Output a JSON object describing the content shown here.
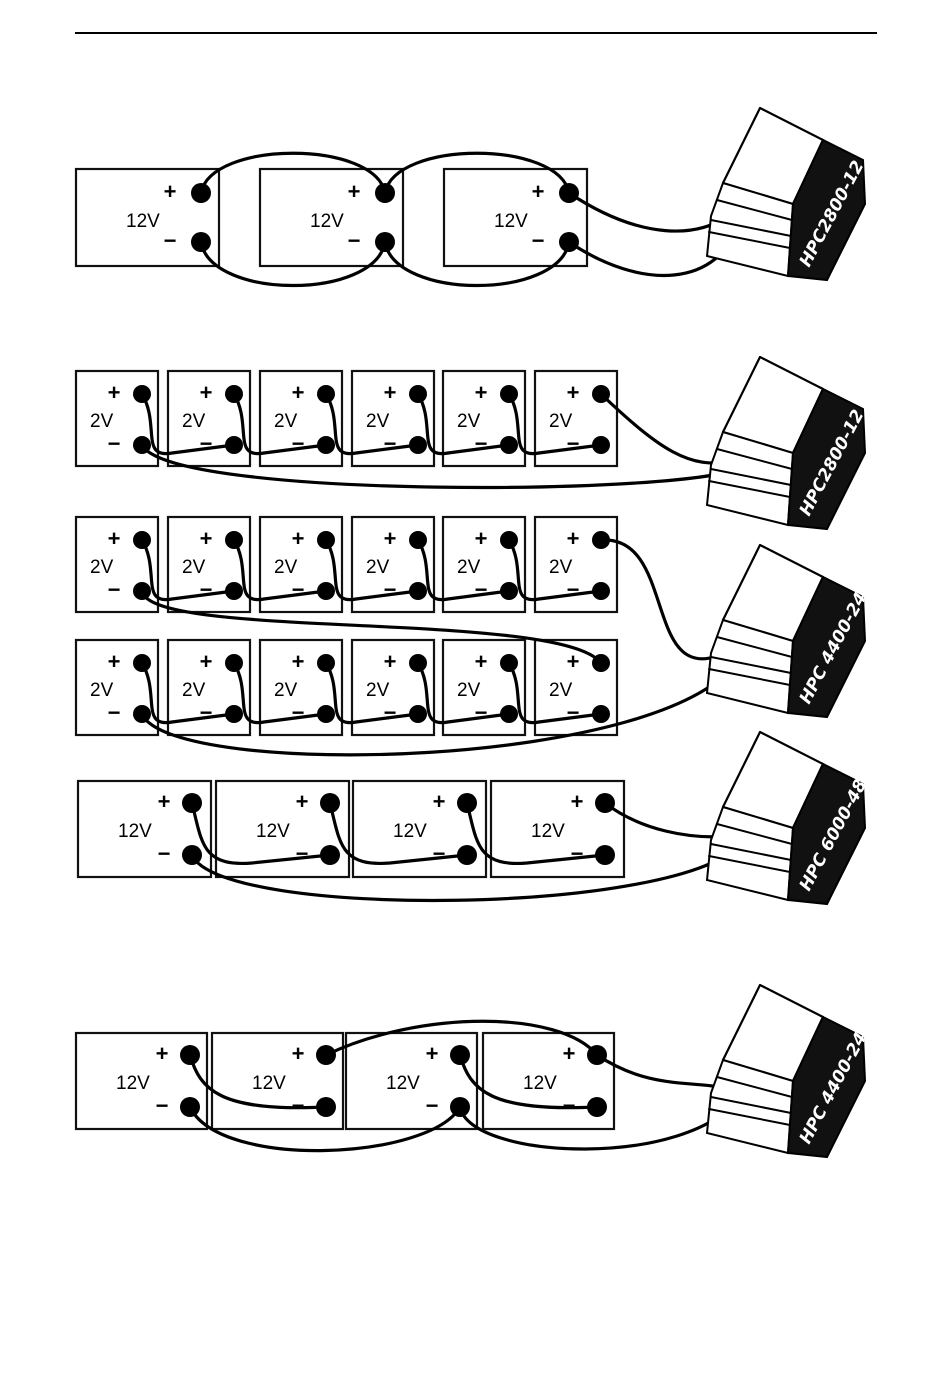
{
  "colors": {
    "ink": "#000000",
    "paper": "#ffffff",
    "charger_label_bg": "#111111"
  },
  "diagrams": [
    {
      "id": "d1",
      "charger_model": "HPC2800-12",
      "batteries": [
        {
          "voltage": "12V",
          "plus": "+",
          "minus": "−"
        },
        {
          "voltage": "12V",
          "plus": "+",
          "minus": "−"
        },
        {
          "voltage": "12V",
          "plus": "+",
          "minus": "−"
        }
      ]
    },
    {
      "id": "d2",
      "charger_model": "HPC2800-12",
      "batteries": [
        {
          "voltage": "2V",
          "plus": "+",
          "minus": "−"
        },
        {
          "voltage": "2V",
          "plus": "+",
          "minus": "−"
        },
        {
          "voltage": "2V",
          "plus": "+",
          "minus": "−"
        },
        {
          "voltage": "2V",
          "plus": "+",
          "minus": "−"
        },
        {
          "voltage": "2V",
          "plus": "+",
          "minus": "−"
        },
        {
          "voltage": "2V",
          "plus": "+",
          "minus": "−"
        }
      ]
    },
    {
      "id": "d3",
      "charger_model": "HPC 4400-24",
      "rows": [
        [
          {
            "voltage": "2V",
            "plus": "+",
            "minus": "−"
          },
          {
            "voltage": "2V",
            "plus": "+",
            "minus": "−"
          },
          {
            "voltage": "2V",
            "plus": "+",
            "minus": "−"
          },
          {
            "voltage": "2V",
            "plus": "+",
            "minus": "−"
          },
          {
            "voltage": "2V",
            "plus": "+",
            "minus": "−"
          },
          {
            "voltage": "2V",
            "plus": "+",
            "minus": "−"
          }
        ],
        [
          {
            "voltage": "2V",
            "plus": "+",
            "minus": "−"
          },
          {
            "voltage": "2V",
            "plus": "+",
            "minus": "−"
          },
          {
            "voltage": "2V",
            "plus": "+",
            "minus": "−"
          },
          {
            "voltage": "2V",
            "plus": "+",
            "minus": "−"
          },
          {
            "voltage": "2V",
            "plus": "+",
            "minus": "−"
          },
          {
            "voltage": "2V",
            "plus": "+",
            "minus": "−"
          }
        ]
      ]
    },
    {
      "id": "d4",
      "charger_model": "HPC 6000-48",
      "batteries": [
        {
          "voltage": "12V",
          "plus": "+",
          "minus": "−"
        },
        {
          "voltage": "12V",
          "plus": "+",
          "minus": "−"
        },
        {
          "voltage": "12V",
          "plus": "+",
          "minus": "−"
        },
        {
          "voltage": "12V",
          "plus": "+",
          "minus": "−"
        }
      ]
    },
    {
      "id": "d5",
      "charger_model": "HPC 4400-24",
      "batteries": [
        {
          "voltage": "12V",
          "plus": "+",
          "minus": "−"
        },
        {
          "voltage": "12V",
          "plus": "+",
          "minus": "−"
        },
        {
          "voltage": "12V",
          "plus": "+",
          "minus": "−"
        },
        {
          "voltage": "12V",
          "plus": "+",
          "minus": "−"
        }
      ]
    }
  ]
}
